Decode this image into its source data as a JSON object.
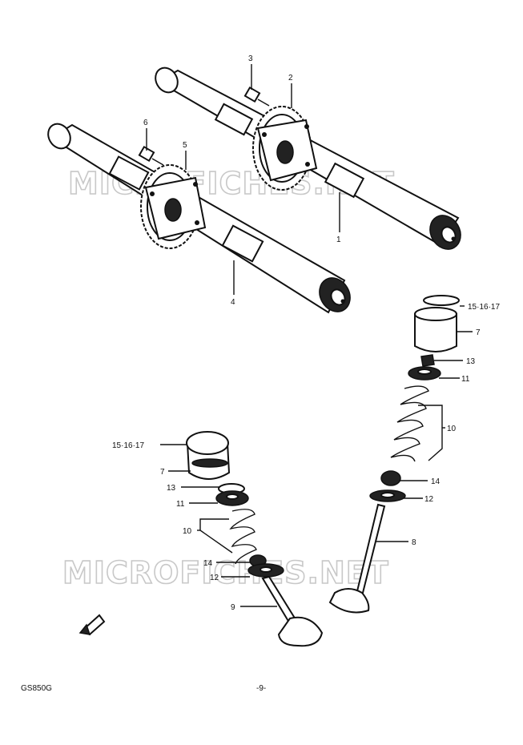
{
  "watermarks": [
    "MICROFICHES.NET",
    "MICROFICHES.NET"
  ],
  "callouts": [
    {
      "id": "c1",
      "text": "1"
    },
    {
      "id": "c2",
      "text": "2"
    },
    {
      "id": "c3",
      "text": "3"
    },
    {
      "id": "c4",
      "text": "4"
    },
    {
      "id": "c5",
      "text": "5"
    },
    {
      "id": "c6",
      "text": "6"
    },
    {
      "id": "c7a",
      "text": "7"
    },
    {
      "id": "c7b",
      "text": "7"
    },
    {
      "id": "c8",
      "text": "8"
    },
    {
      "id": "c9",
      "text": "9"
    },
    {
      "id": "c10a",
      "text": "10"
    },
    {
      "id": "c10b",
      "text": "10"
    },
    {
      "id": "c11a",
      "text": "11"
    },
    {
      "id": "c11b",
      "text": "11"
    },
    {
      "id": "c12a",
      "text": "12"
    },
    {
      "id": "c12b",
      "text": "12"
    },
    {
      "id": "c13a",
      "text": "13"
    },
    {
      "id": "c13b",
      "text": "13"
    },
    {
      "id": "c14a",
      "text": "14"
    },
    {
      "id": "c14b",
      "text": "14"
    },
    {
      "id": "c15a",
      "text": "15·16·17"
    },
    {
      "id": "c15b",
      "text": "15·16·17"
    }
  ],
  "footer": {
    "model": "GS850G",
    "page": "-9-"
  }
}
